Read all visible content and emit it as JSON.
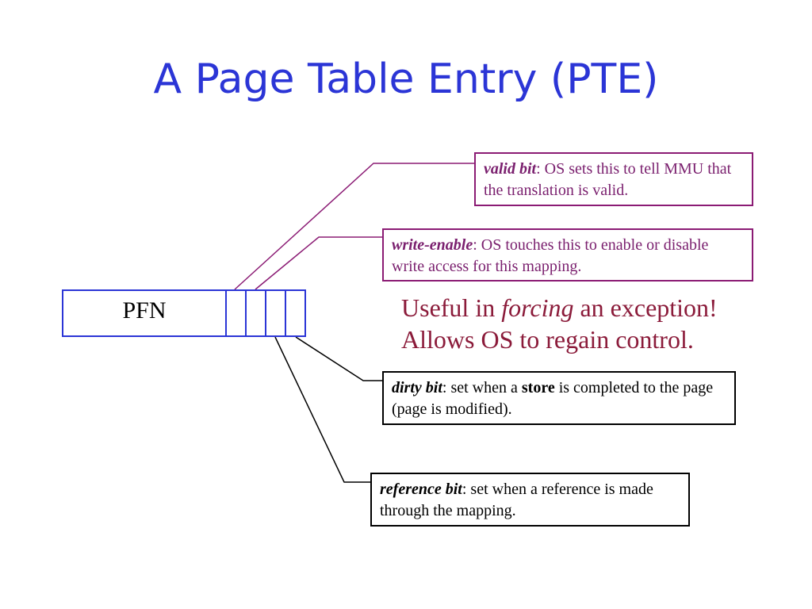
{
  "slide": {
    "title": "A Page Table Entry (PTE)"
  },
  "pte": {
    "pfn_label": "PFN",
    "bit_cells": 4
  },
  "callouts": {
    "valid": {
      "term": "valid bit",
      "text": ": OS sets this to tell MMU that the translation is valid."
    },
    "write": {
      "term": "write-enable",
      "text": ": OS touches this to enable or disable write access for this mapping."
    },
    "dirty": {
      "term": "dirty bit",
      "text_before": ": set when a ",
      "bold_word": "store",
      "text_after": " is completed to the page (page is modified)."
    },
    "reference": {
      "term": "reference bit",
      "text": ": set when a reference is made through the mapping."
    }
  },
  "note": {
    "part1": "Useful in ",
    "emphasis": "forcing",
    "part2": " an exception!",
    "line2": "Allows OS to regain control."
  },
  "colors": {
    "title": "#2b35d6",
    "pte_border": "#2b35d6",
    "purple_callout": "#8b1b74",
    "note_text": "#8b1b3a"
  }
}
